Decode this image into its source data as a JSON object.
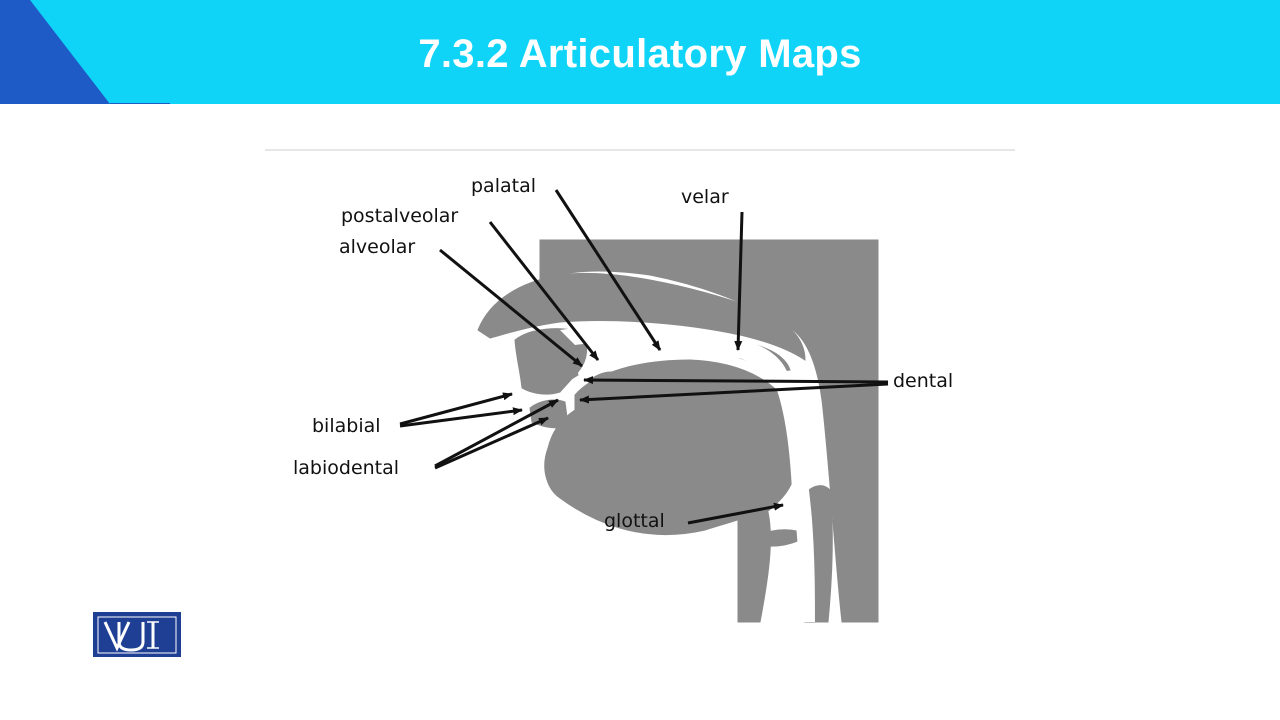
{
  "slide": {
    "title": "7.3.2 Articulatory Maps"
  },
  "diagram": {
    "labels": {
      "palatal": "palatal",
      "velar": "velar",
      "postalveolar": "postalveolar",
      "alveolar": "alveolar",
      "dental": "dental",
      "bilabial": "bilabial",
      "labiodental": "labiodental",
      "glottal": "glottal"
    },
    "fill_color": "#8a8a8a"
  },
  "logo": {
    "text": "VU",
    "background": "#1f3f94"
  },
  "colors": {
    "header": "#0fd3f7",
    "header_corner": "#1e5bc7"
  }
}
